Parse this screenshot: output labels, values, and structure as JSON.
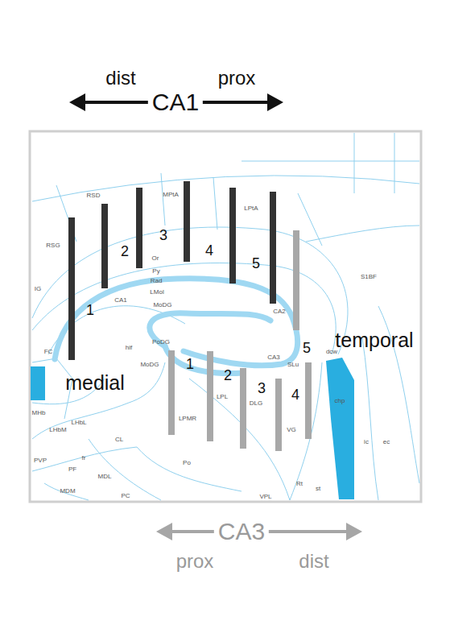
{
  "diagram": {
    "labels": [
      "dist",
      "prox",
      "CA1",
      "prox",
      "dist",
      "CA3",
      "medial",
      "temporal",
      "1",
      "2",
      "3",
      "4",
      "5",
      "1",
      "2",
      "3",
      "4",
      "5",
      "RSD",
      "MPtA",
      "LPtA",
      "RSG",
      "S1BF",
      "IG",
      "CA1",
      "Or",
      "Py",
      "Rad",
      "LMol",
      "MoDG",
      "CA2",
      "CA3",
      "SLu",
      "PoDG",
      "hif",
      "MoDG",
      "FC",
      "LPL",
      "DLG",
      "VG",
      "LPMR",
      "Po",
      "MHb",
      "LHbM",
      "LHbL",
      "CL",
      "fr",
      "PVP",
      "PF",
      "MDL",
      "MDM",
      "PC",
      "Rt",
      "st",
      "ic",
      "ec",
      "dcw",
      "chp",
      "VPL"
    ]
  }
}
